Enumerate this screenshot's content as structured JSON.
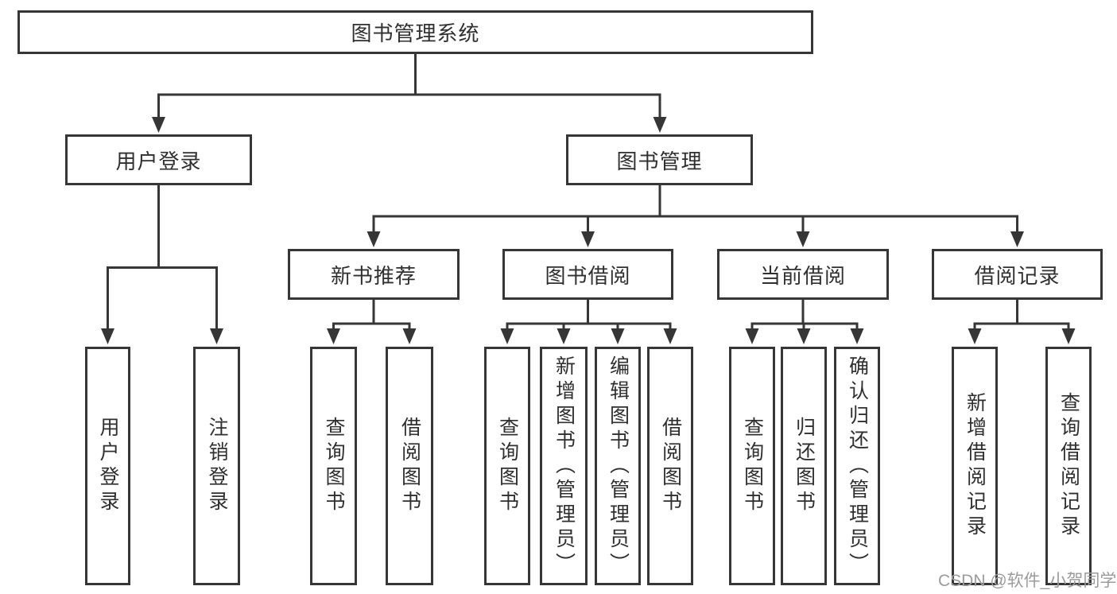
{
  "diagram": {
    "title": "图书管理系统",
    "level1": {
      "user_login": "用户登录",
      "book_management": "图书管理"
    },
    "level2": {
      "new_book_recommend": "新书推荐",
      "book_borrowing": "图书借阅",
      "current_borrowing": "当前借阅",
      "borrowing_records": "借阅记录"
    },
    "leaves": {
      "login": [
        "用户登录",
        "注销登录"
      ],
      "recommend": [
        "查询图书",
        "借阅图书"
      ],
      "borrowing": [
        "查询图书",
        "新增图书（管理员）",
        "编辑图书（管理员）",
        "借阅图书"
      ],
      "current": [
        "查询图书",
        "归还图书",
        "确认归还（管理员）"
      ],
      "records": [
        "新增借阅记录",
        "查询借阅记录"
      ]
    }
  },
  "watermark": "CSDN @软件_小贺同学",
  "colors": {
    "line": "#363636",
    "text": "#2f2f2f",
    "watermark": "#9b9b9b",
    "background": "#ffffff"
  }
}
